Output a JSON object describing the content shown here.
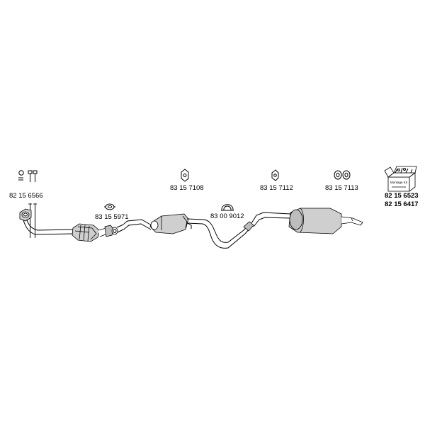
{
  "parts": {
    "p1": "82 15 6566",
    "p2": "83 15 5971",
    "p3": "83 15 7108",
    "p4": "83 00 9012",
    "p5": "83 15 7112",
    "p6": "83 15 7113",
    "p7": "82 15 6523",
    "p8": "82 15 6417"
  },
  "kit_box_label": "Montage Kit",
  "icons": [
    "bolt-set-icon",
    "gasket-ring-icon",
    "rubber-hanger-icon",
    "clamp-icon",
    "rubber-ring-pair-icon",
    "mounting-kit-box-icon"
  ]
}
